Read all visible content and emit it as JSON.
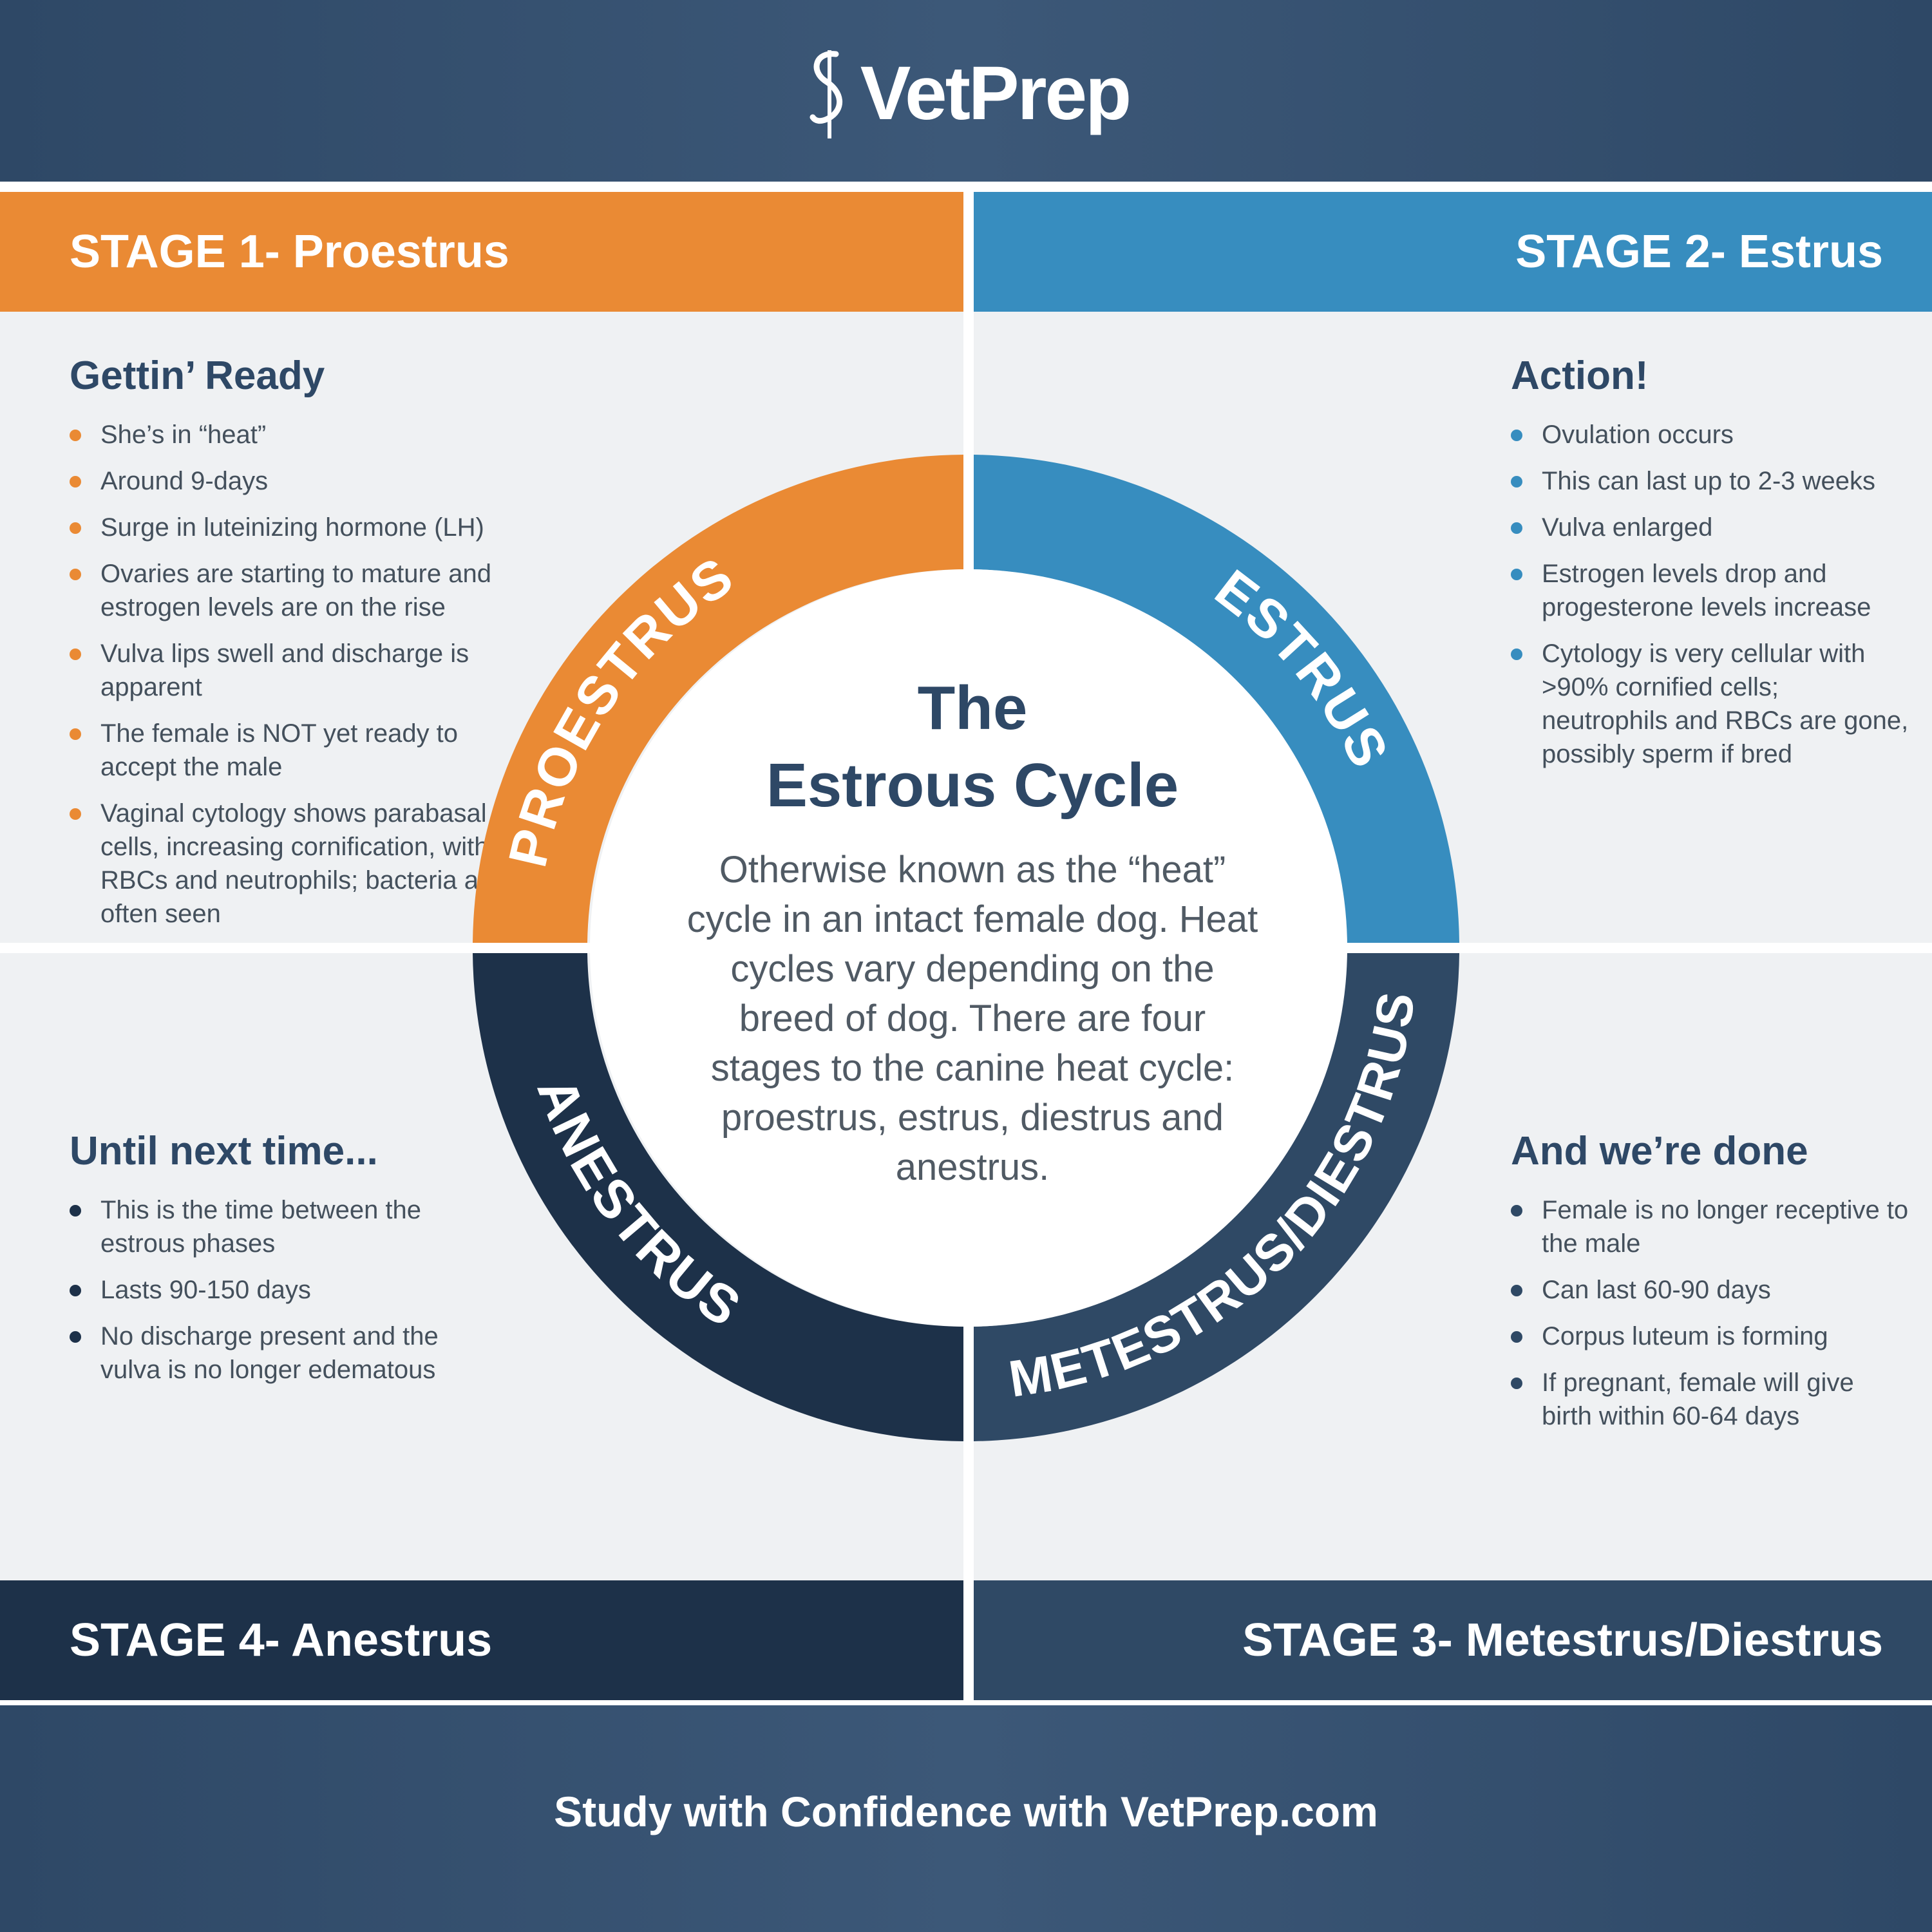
{
  "brand": {
    "logo_text": "VetPrep",
    "colors": {
      "header_bg": "#34506f",
      "proestrus": "#ea8a34",
      "estrus": "#378dbf",
      "metestrus": "#2f4965",
      "anestrus": "#1d3149",
      "panel_bg": "#eff1f3"
    }
  },
  "center": {
    "title_line1": "The",
    "title_line2": "Estrous Cycle",
    "description": "Otherwise known as the “heat” cycle in an intact female dog. Heat cycles vary depending on the breed of dog. There are four stages to the canine heat cycle: proestrus, estrus, diestrus and anestrus."
  },
  "ring": {
    "proestrus": "PROESTRUS",
    "estrus": "ESTRUS",
    "metestrus": "METESTRUS/DIESTRUS",
    "anestrus": "ANESTRUS"
  },
  "stages": {
    "stage1": {
      "bar": "STAGE 1- Proestrus",
      "heading": "Gettin’ Ready",
      "items": [
        "She’s in “heat”",
        "Around 9-days",
        "Surge in luteinizing hormone (LH)",
        "Ovaries are starting to mature and estrogen levels are on the rise",
        "Vulva lips swell and discharge is apparent",
        "The female is NOT yet ready to accept the male",
        "Vaginal cytology shows parabasal cells, increasing cornification, with RBCs and neutrophils; bacteria are often seen"
      ]
    },
    "stage2": {
      "bar": "STAGE 2- Estrus",
      "heading": "Action!",
      "items": [
        "Ovulation occurs",
        "This can last up to 2-3 weeks",
        "Vulva enlarged",
        "Estrogen levels drop and progesterone levels increase",
        "Cytology is very cellular with >90% cornified cells; neutrophils and RBCs are gone, possibly sperm if bred"
      ]
    },
    "stage3": {
      "bar": "STAGE 3- Metestrus/Diestrus",
      "heading": "And we’re done",
      "items": [
        "Female is no longer receptive to the male",
        "Can last 60-90 days",
        "Corpus luteum is forming",
        "If pregnant, female will give birth within 60-64 days"
      ]
    },
    "stage4": {
      "bar": "STAGE 4- Anestrus",
      "heading": "Until next time...",
      "items": [
        "This is the time between the estrous phases",
        "Lasts 90-150 days",
        "No discharge present and the vulva is no longer edematous"
      ]
    }
  },
  "footer": {
    "text": "Study with Confidence with VetPrep.com"
  }
}
